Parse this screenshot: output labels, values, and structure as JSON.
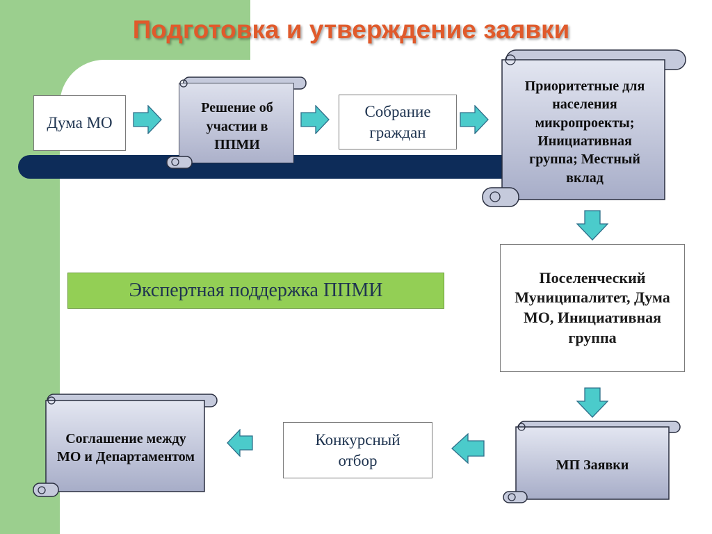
{
  "title": "Подготовка и утверждение заявки",
  "boxes": {
    "duma": "Дума МО",
    "sobranie": "Собрание граждан",
    "poselench": "Поселенческий Муниципалитет, Дума МО, Инициативная группа",
    "konkurs": "Конкурсный отбор"
  },
  "expert": "Экспертная поддержка ППМИ",
  "scrolls": {
    "reshenie": "Решение об участии в ППМИ",
    "prioritet": "Приоритетные для населения микропроекты; Инициативная группа; Местный вклад",
    "zayavki": "МП Заявки",
    "soglashenie": "Соглашение между МО и Департаментом"
  },
  "colors": {
    "title": "#e05a2b",
    "arrow_fill": "#4bcbcb",
    "navy": "#0d2c59",
    "green": "#93cf55",
    "background_green": "#9bcf8e"
  }
}
